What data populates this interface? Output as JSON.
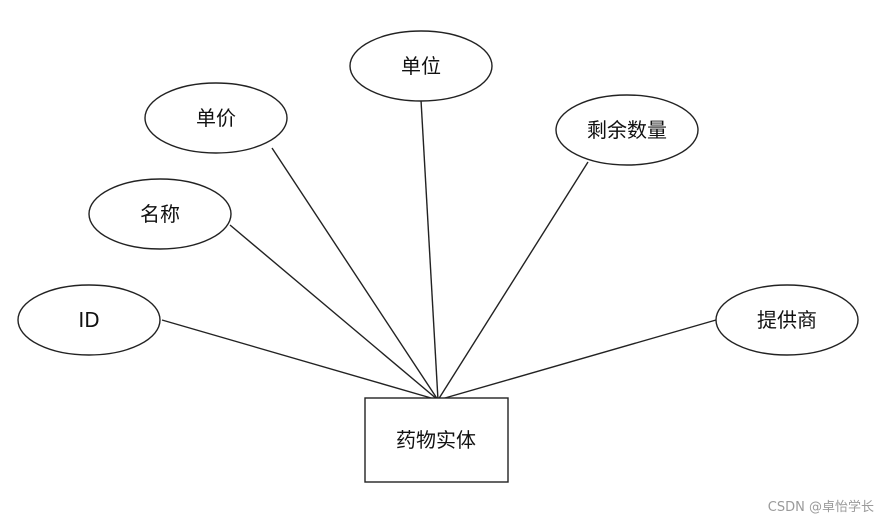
{
  "entity": {
    "label": "药物实体"
  },
  "attributes": [
    {
      "id": "id",
      "label": "ID"
    },
    {
      "id": "name",
      "label": "名称"
    },
    {
      "id": "price",
      "label": "单价"
    },
    {
      "id": "unit",
      "label": "单位"
    },
    {
      "id": "stock",
      "label": "剩余数量"
    },
    {
      "id": "supplier",
      "label": "提供商"
    }
  ],
  "watermark": "CSDN @卓怡学长"
}
